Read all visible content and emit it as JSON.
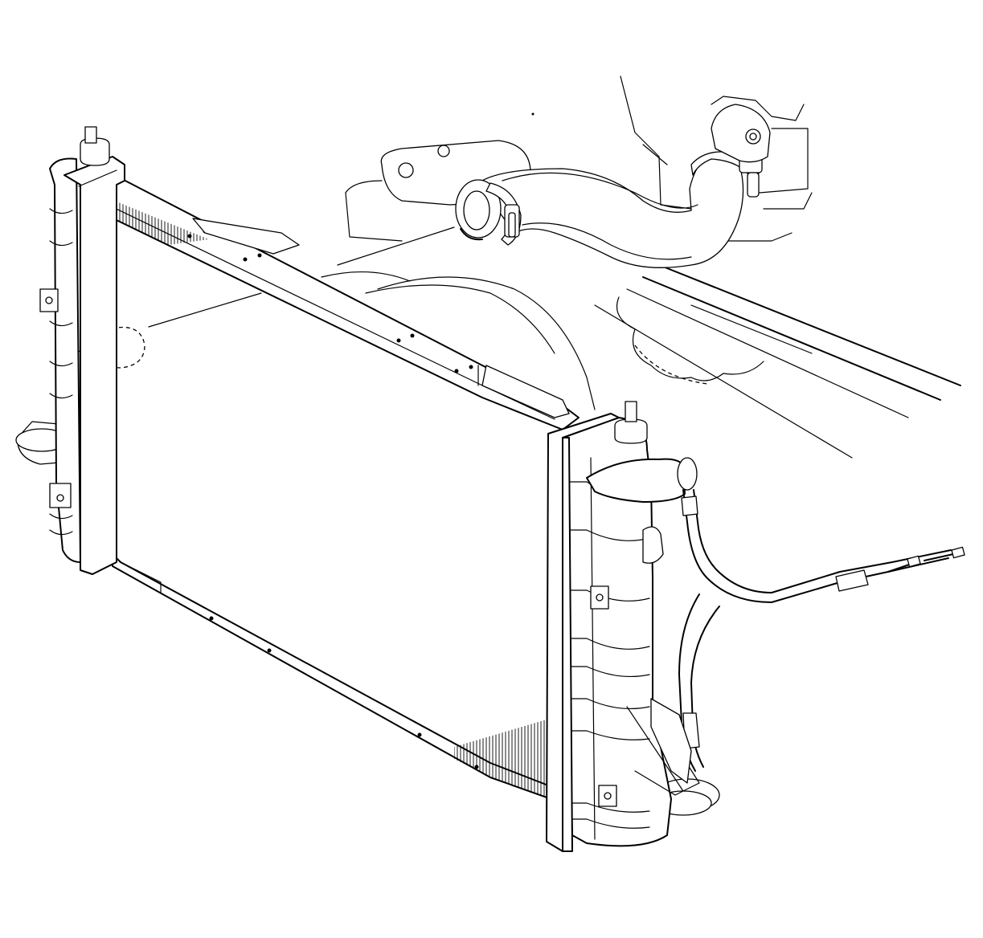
{
  "diagram": {
    "components": [
      {
        "id": "radiator-core",
        "icon": "radiator-icon"
      },
      {
        "id": "left-radiator-tank",
        "icon": "tank-icon"
      },
      {
        "id": "right-radiator-tank",
        "icon": "tank-icon"
      },
      {
        "id": "upper-radiator-hose",
        "icon": "hose-icon"
      },
      {
        "id": "hose-clamps",
        "icon": "clamp-icon"
      },
      {
        "id": "transmission-cooler-lines",
        "icon": "pipe-icon"
      },
      {
        "id": "cooling-fan-shroud",
        "icon": "fan-icon"
      },
      {
        "id": "engine-bracket",
        "icon": "bracket-icon"
      }
    ]
  }
}
